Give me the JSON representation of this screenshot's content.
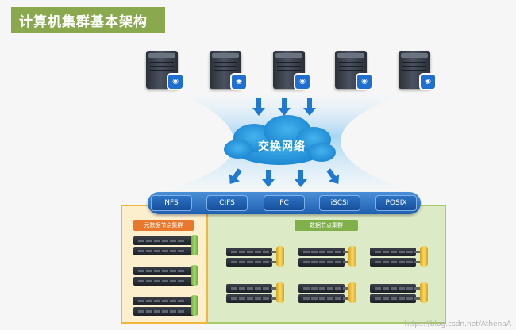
{
  "title": "计算机集群基本架构",
  "servers": [
    {
      "badge_icon": "storage-badge-icon"
    },
    {
      "badge_icon": "storage-badge-icon"
    },
    {
      "badge_icon": "storage-badge-icon"
    },
    {
      "badge_icon": "storage-badge-icon"
    },
    {
      "badge_icon": "storage-badge-icon"
    }
  ],
  "network": {
    "label": "交换网络"
  },
  "protocols": [
    "NFS",
    "CIFS",
    "FC",
    "iSCSI",
    "POSIX"
  ],
  "metadata_cluster": {
    "label": "元数据节点集群"
  },
  "data_cluster": {
    "label": "数据节点集群"
  },
  "watermark": "https://blog.csdn.net/AthenaA",
  "colors": {
    "title_bg": "#8aa84d",
    "meta_bg": "#fbefce",
    "meta_border": "#f0b73a",
    "data_bg": "#dcebc6",
    "data_border": "#a6c96a",
    "protocol_blue": "#1f5fb2",
    "meta_drum": "#7fc04a",
    "data_drum": "#f2c23a"
  }
}
